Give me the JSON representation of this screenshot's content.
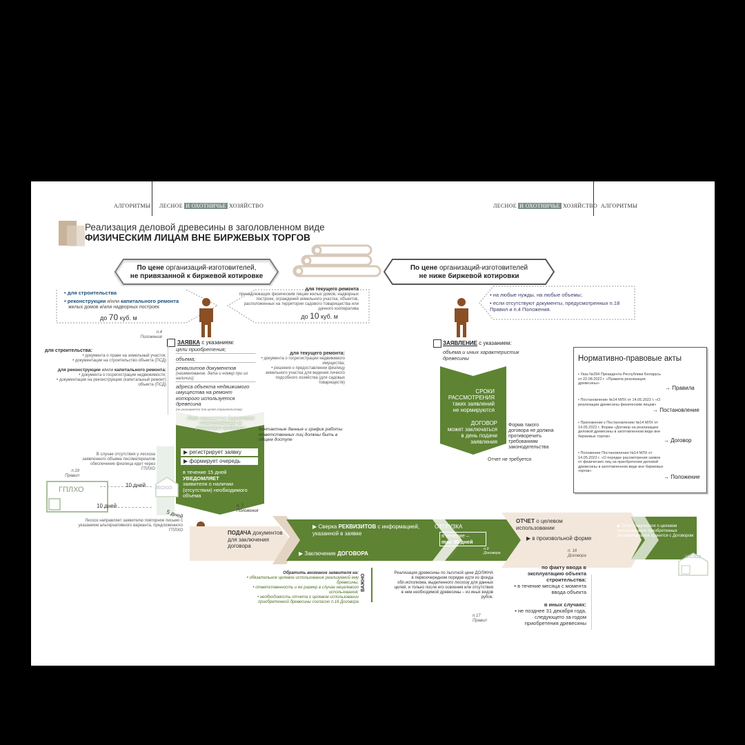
{
  "header": {
    "left_section": "АЛГОРИТМЫ",
    "right_section": "АЛГОРИТМЫ",
    "magazine_part1": "ЛЕСНОЕ",
    "magazine_part2": "И ОХОТНИЧЬЕ",
    "magazine_part3": "ХОЗЯЙСТВО"
  },
  "title": {
    "line1": "Реализация деловой древесины в заголовленном виде",
    "line2": "ФИЗИЧЕСКИМ ЛИЦАМ ВНЕ БИРЖЕВЫХ ТОРГОВ"
  },
  "left_banner": {
    "line1_a": "По цене",
    "line1_b": "организаций-изготовителей,",
    "line2": "не привязанной к биржевой котировке"
  },
  "right_banner": {
    "line1_a": "По цене",
    "line1_b": "организаций-изготовителей",
    "line2": "не ниже биржевой котировки"
  },
  "left_box": {
    "item1": "для строительства",
    "item2_a": "реконструкции",
    "item2_b": "и/или",
    "item2_c": "капитального ремонта",
    "item2_d": "жилых домов и/или надворных построек",
    "limit_prefix": "до",
    "limit_value": "70",
    "limit_unit": "куб. м"
  },
  "mid_box": {
    "head": "для текущего ремонта",
    "text": "принадлежащих физическим лицам жилых домов, надворных построек, ограждений земельного участка, объектов, расположенных на территории садового товарищества или дачного кооператива",
    "limit_prefix": "до",
    "limit_value": "10",
    "limit_unit": "куб. м"
  },
  "right_box": {
    "item1": "на любые нужды, на любые объемы;",
    "item2": "если отсутствуют документы, предусмотренных п.18 Правил и п.4 Положения."
  },
  "ref_p4": {
    "line1": "п.4",
    "line2": "Положения"
  },
  "zayavka": {
    "head_a": "ЗАЯВКА",
    "head_b": "с указанием:",
    "i1": "цели приобретения;",
    "i2": "объема;",
    "i3": "реквизитов документов",
    "i3_note": "(наименование, дата и номер при их наличии);",
    "i4": "адреса объекта недвижимого имущества на ремонт которого используется древесина",
    "i4_note": "(не указывается для целей строительства)"
  },
  "docs_left": {
    "h1": "для строительства:",
    "a1": "документа о праве на земельный участок;",
    "a2": "документации на строительство объекта (ПСД)",
    "h2_a": "для реконструкции",
    "h2_b": "и/или",
    "h2_c": "капитального ремонта:",
    "b1": "документа о госрегистрации недвижимости;",
    "b2": "документации на реконструкцию (капитальный ремонт) объекта (ПСД)"
  },
  "docs_right": {
    "h1": "для текущего ремонта:",
    "a1": "документа о госрегистрации недвижимого имущества;",
    "a2": "решения о предоставлении физлицу земельного участка для ведения личного подсобного хозяйства (для садовых товариществ)"
  },
  "green_main": {
    "top": "Лицо, назначенное директором ответственным за реализацию продукции:",
    "r1": "регистрирует заявку",
    "r2": "формирует очередь",
    "w1": "в течение 15 дней",
    "w2": "УВЕДОМЛЯЕТ",
    "w3": "заявителя о наличии (отсутствии) необходимого объема",
    "ref_line1": "п. 7",
    "ref_line2": "Положения"
  },
  "contact_note": "Контактные данные и график работы ответственных лиц должны быть в общем доступе",
  "gplho": {
    "note": "В случае отсутствия у лесхоза заявленного объема лесоматериалов обеспечение физлица идет через ГПЛХО",
    "ref_line1": "п.19",
    "ref_line2": "Правил",
    "name": "ГПЛХО",
    "leshoz": "ЛЕСХОЗ",
    "days1": "10 дней",
    "days2": "10 дней",
    "days3": "5 дней",
    "return_note": "Лесхоз направляет заявителю повторное письмо с указанием альтернативного варианта, предложенного ГПЛХО"
  },
  "zayavlenie": {
    "head_a": "ЗАЯВЛЕНИЕ",
    "head_b": "с указанием:",
    "i1": "объема и иных характеристик древесины"
  },
  "green_right": {
    "s1": "СРОКИ",
    "s2": "РАССМОТРЕНИЯ",
    "s3": "таких заявлений",
    "s4": "не нормируются",
    "d1": "ДОГОВОР",
    "d2": "может заключаться",
    "d3": "в день подачи",
    "d4": "заявления"
  },
  "form_note": "Форма такого договора не должна противоречить требованиям законодательства",
  "report_not_required": "Отчет не требуется",
  "legal": {
    "title": "Нормативно-правовые акты",
    "a1": "Указ №294 Президента Республики Беларусь от 22.08.2022 г. «Правила реализации древесины»",
    "a1_short": "Правила",
    "a2": "Постановление №14 МЛХ от 14.05.2022 г. «О реализации древесины физическим лицам»",
    "a2_short": "Постановление",
    "a3": "Приложение к Постановлению №14 МЛХ от 14.05.2022 г. Форма «Договор на реализацию деловой древесины в заготовленном виде вне биржевых торгов»",
    "a3_short": "Договор",
    "a4": "Положение Постановления №14 МЛХ от 14.05.2022 г. «О порядке рассмотрения заявок от физических лиц на приобретение деловой древесины в заготовленном виде вне биржевых торгов»",
    "a4_short": "Положение"
  },
  "flow": {
    "podacha_a": "ПОДАЧА",
    "podacha_b": "документов для заключения договора",
    "sverka_a": "Сверка",
    "sverka_b": "РЕКВИЗИТОВ",
    "sverka_c": "с информацией, указанной в заявке",
    "zakl_a": "Заключение",
    "zakl_b": "ДОГОВОРА",
    "otgruzka": "ОТГРУЗКА",
    "otgr_term1": "в течение –",
    "otgr_term2": "max 30 дней",
    "otgr_ref1": "п.9",
    "otgr_ref2": "Договора",
    "otchet_a": "ОТЧЕТ",
    "otchet_b": "о целевом использовании",
    "otchet_c": "в произвольной форме",
    "otchet_ref1": "п. 16",
    "otchet_ref2": "Договора",
    "final": "Отчет покупателя о целевом использовании приобретенных лесоматериалов хранится с Договором",
    "leshoz": "ЛЕСХОЗ"
  },
  "attention": {
    "head": "Обратить внимание заявителя на:",
    "i1": "обязательное целевое использование реализуемой ему древесины,",
    "i2": "ответственность и ее размер в случае нецелевого использования;",
    "i3": "необходимость отчета о целевом использовании приобретенной древесины согласно п.16 Договора",
    "vazhno": "ВАЖНО"
  },
  "priority_note": {
    "text": "Реализация древесины по льготной цене ДОЛЖНА в первоочередном порядке идти из фонда обл.исполкома, выделенного лесхозу для данных целей, и только после его освоения или отсутствия в нем необходимой древесины – из иных видов рубок.",
    "ref1": "п.17",
    "ref2": "Правил"
  },
  "report_terms": {
    "h1": "по факту ввода в эксплуатацию объекта строительства:",
    "t1": "в течение месяца с момента ввода объекта",
    "h2": "в иных случаях:",
    "t2": "не позднее 31 декабря года, следующего за годом приобретения древесины"
  },
  "colors": {
    "green": "#5e8333",
    "tan": "#c8b39a",
    "bg": "#ffffff",
    "dark": "#222222"
  }
}
